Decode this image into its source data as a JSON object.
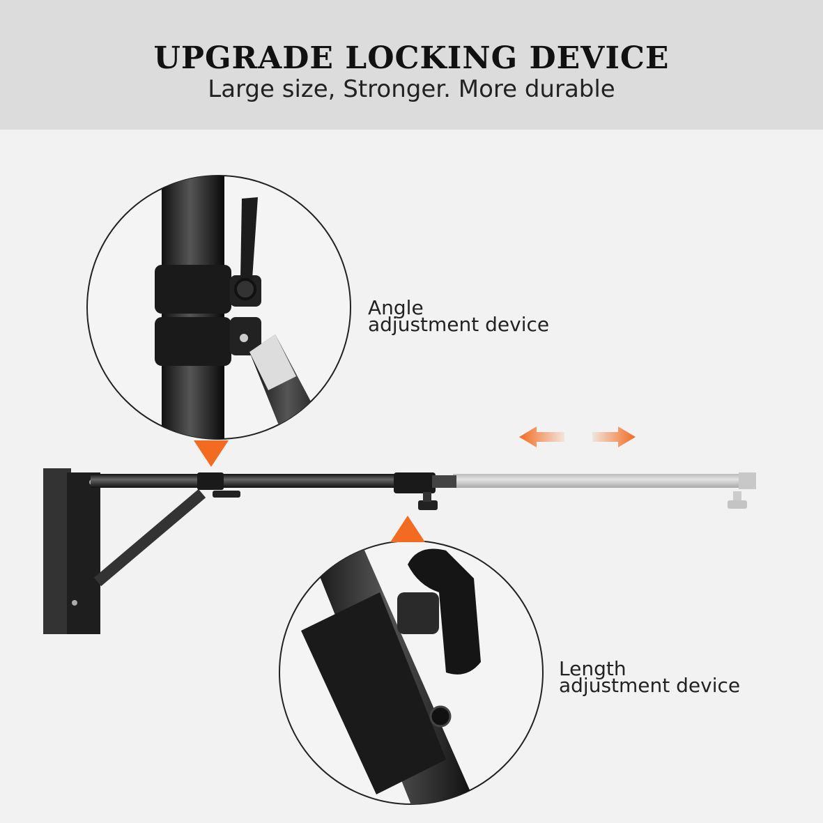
{
  "header": {
    "title": "UPGRADE LOCKING DEVICE",
    "subtitle": "Large size, Stronger. More durable"
  },
  "callouts": [
    {
      "line1": "Angle",
      "line2": "adjustment device"
    },
    {
      "line1": "Length",
      "line2": "adjustment device"
    }
  ],
  "colors": {
    "accent": "#f26b21",
    "header_bg": "#dcdcdc",
    "page_bg": "#f2f2f2"
  }
}
